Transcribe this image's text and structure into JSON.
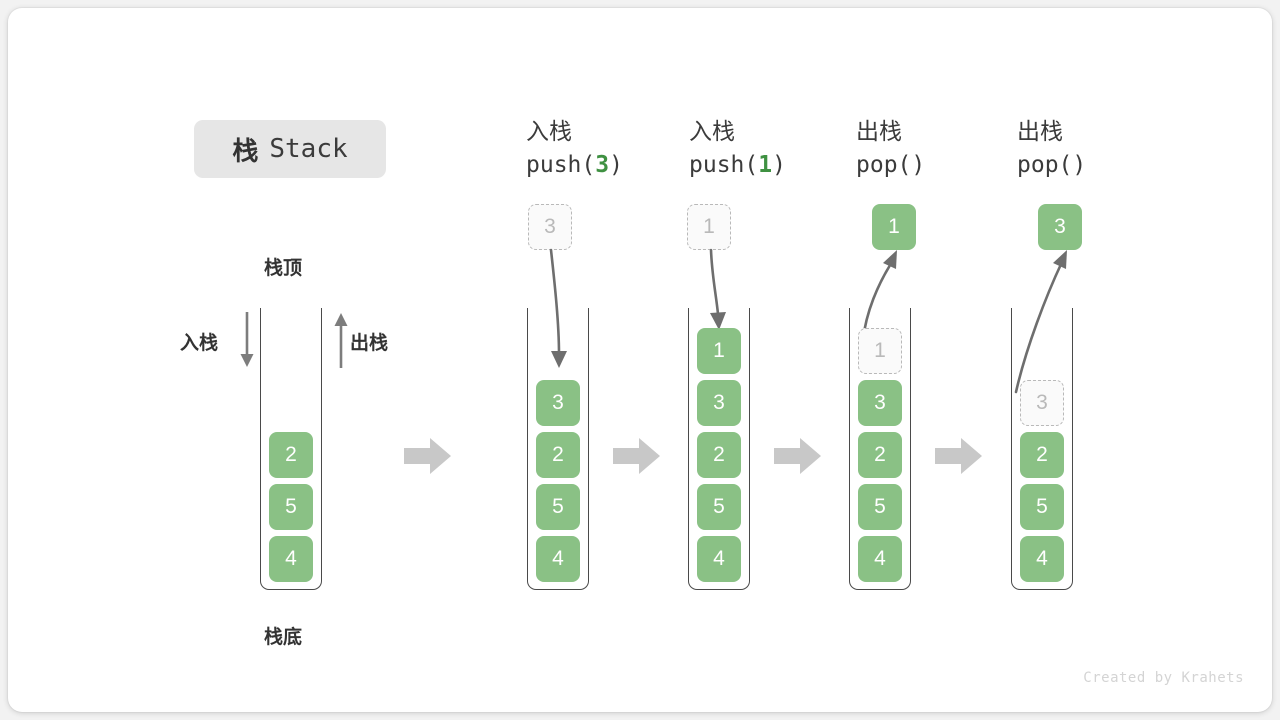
{
  "title": {
    "cn": "栈",
    "en": "Stack"
  },
  "labels": {
    "top": "栈顶",
    "bottom": "栈底",
    "push": "入栈",
    "pop": "出栈"
  },
  "footer": "Created by Krahets",
  "colors": {
    "tile_green": "#8ac185",
    "code_green": "#3f9142",
    "ghost_gray": "#b9b9b9",
    "arrow_gray": "#c8c8c8",
    "outline": "#4a4a4a",
    "badge_bg": "#e6e6e6"
  },
  "columns": [
    {
      "id": "initial",
      "header_cn": "",
      "header_code": "",
      "items": [
        {
          "value": "2",
          "state": "solid"
        },
        {
          "value": "5",
          "state": "solid"
        },
        {
          "value": "4",
          "state": "solid"
        }
      ],
      "floating": null
    },
    {
      "id": "push-3",
      "header_cn": "入栈",
      "header_code_prefix": "push(",
      "header_code_value": "3",
      "header_code_suffix": ")",
      "items": [
        {
          "value": "3",
          "state": "solid"
        },
        {
          "value": "2",
          "state": "solid"
        },
        {
          "value": "5",
          "state": "solid"
        },
        {
          "value": "4",
          "state": "solid"
        }
      ],
      "floating": {
        "value": "3",
        "state": "ghost",
        "direction": "down"
      }
    },
    {
      "id": "push-1",
      "header_cn": "入栈",
      "header_code_prefix": "push(",
      "header_code_value": "1",
      "header_code_suffix": ")",
      "items": [
        {
          "value": "1",
          "state": "solid"
        },
        {
          "value": "3",
          "state": "solid"
        },
        {
          "value": "2",
          "state": "solid"
        },
        {
          "value": "5",
          "state": "solid"
        },
        {
          "value": "4",
          "state": "solid"
        }
      ],
      "floating": {
        "value": "1",
        "state": "ghost",
        "direction": "down"
      }
    },
    {
      "id": "pop-1",
      "header_cn": "出栈",
      "header_code_prefix": "pop(",
      "header_code_value": "",
      "header_code_suffix": ")",
      "items": [
        {
          "value": "1",
          "state": "ghost"
        },
        {
          "value": "3",
          "state": "solid"
        },
        {
          "value": "2",
          "state": "solid"
        },
        {
          "value": "5",
          "state": "solid"
        },
        {
          "value": "4",
          "state": "solid"
        }
      ],
      "floating": {
        "value": "1",
        "state": "solid",
        "direction": "up"
      }
    },
    {
      "id": "pop-2",
      "header_cn": "出栈",
      "header_code_prefix": "pop(",
      "header_code_value": "",
      "header_code_suffix": ")",
      "items": [
        {
          "value": "3",
          "state": "ghost"
        },
        {
          "value": "2",
          "state": "solid"
        },
        {
          "value": "5",
          "state": "solid"
        },
        {
          "value": "4",
          "state": "solid"
        }
      ],
      "floating": {
        "value": "3",
        "state": "solid",
        "direction": "up"
      }
    }
  ]
}
